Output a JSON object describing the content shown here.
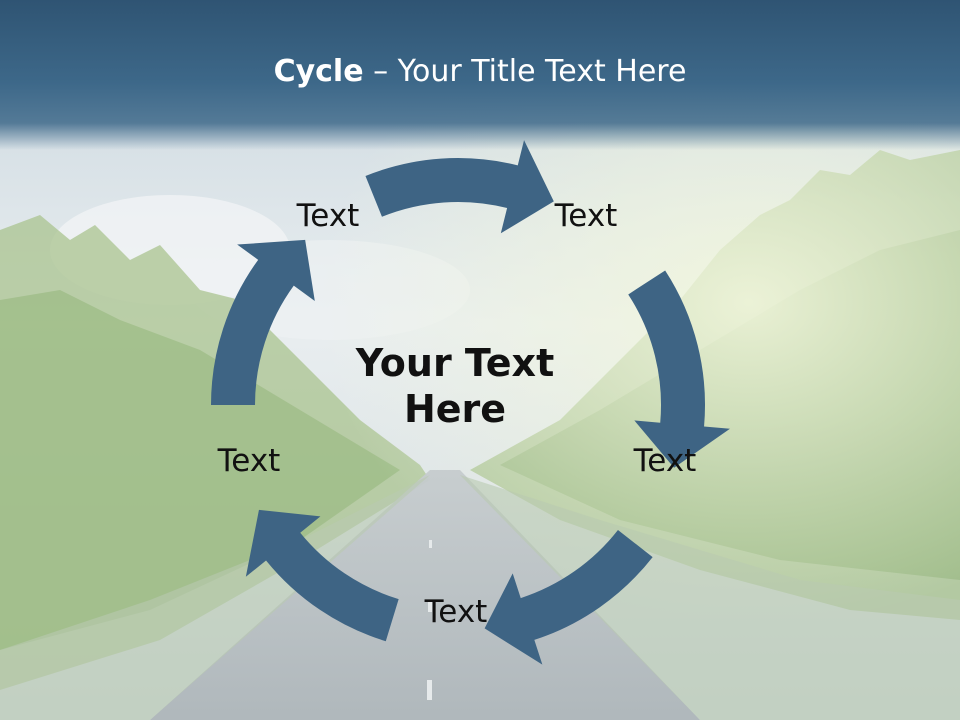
{
  "title": {
    "bold": "Cycle",
    "rest": " – Your Title Text Here"
  },
  "center": {
    "line1": "Your Text",
    "line2": "Here"
  },
  "steps": [
    {
      "label": "Text"
    },
    {
      "label": "Text"
    },
    {
      "label": "Text"
    },
    {
      "label": "Text"
    },
    {
      "label": "Text"
    }
  ],
  "colors": {
    "arrow": "#3e6484",
    "title_band": "#3d6889",
    "text": "#111111"
  }
}
